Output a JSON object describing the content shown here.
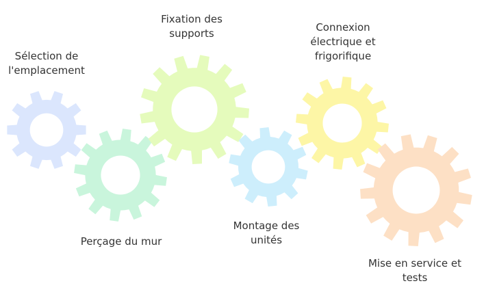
{
  "diagram": {
    "steps": [
      {
        "label_lines": [
          "Sélection de",
          "l'emplacement"
        ],
        "color": "#dbe6fd"
      },
      {
        "label_lines": [
          "Perçage du mur"
        ],
        "color": "#c9f5dc"
      },
      {
        "label_lines": [
          "Fixation des",
          "supports"
        ],
        "color": "#e5fbbc"
      },
      {
        "label_lines": [
          "Montage des",
          "unités"
        ],
        "color": "#cdeefc"
      },
      {
        "label_lines": [
          "Connexion",
          "électrique et",
          "frigorifique"
        ],
        "color": "#fdf6a6"
      },
      {
        "label_lines": [
          "Mise en service et",
          "tests"
        ],
        "color": "#fde0c5"
      }
    ]
  }
}
